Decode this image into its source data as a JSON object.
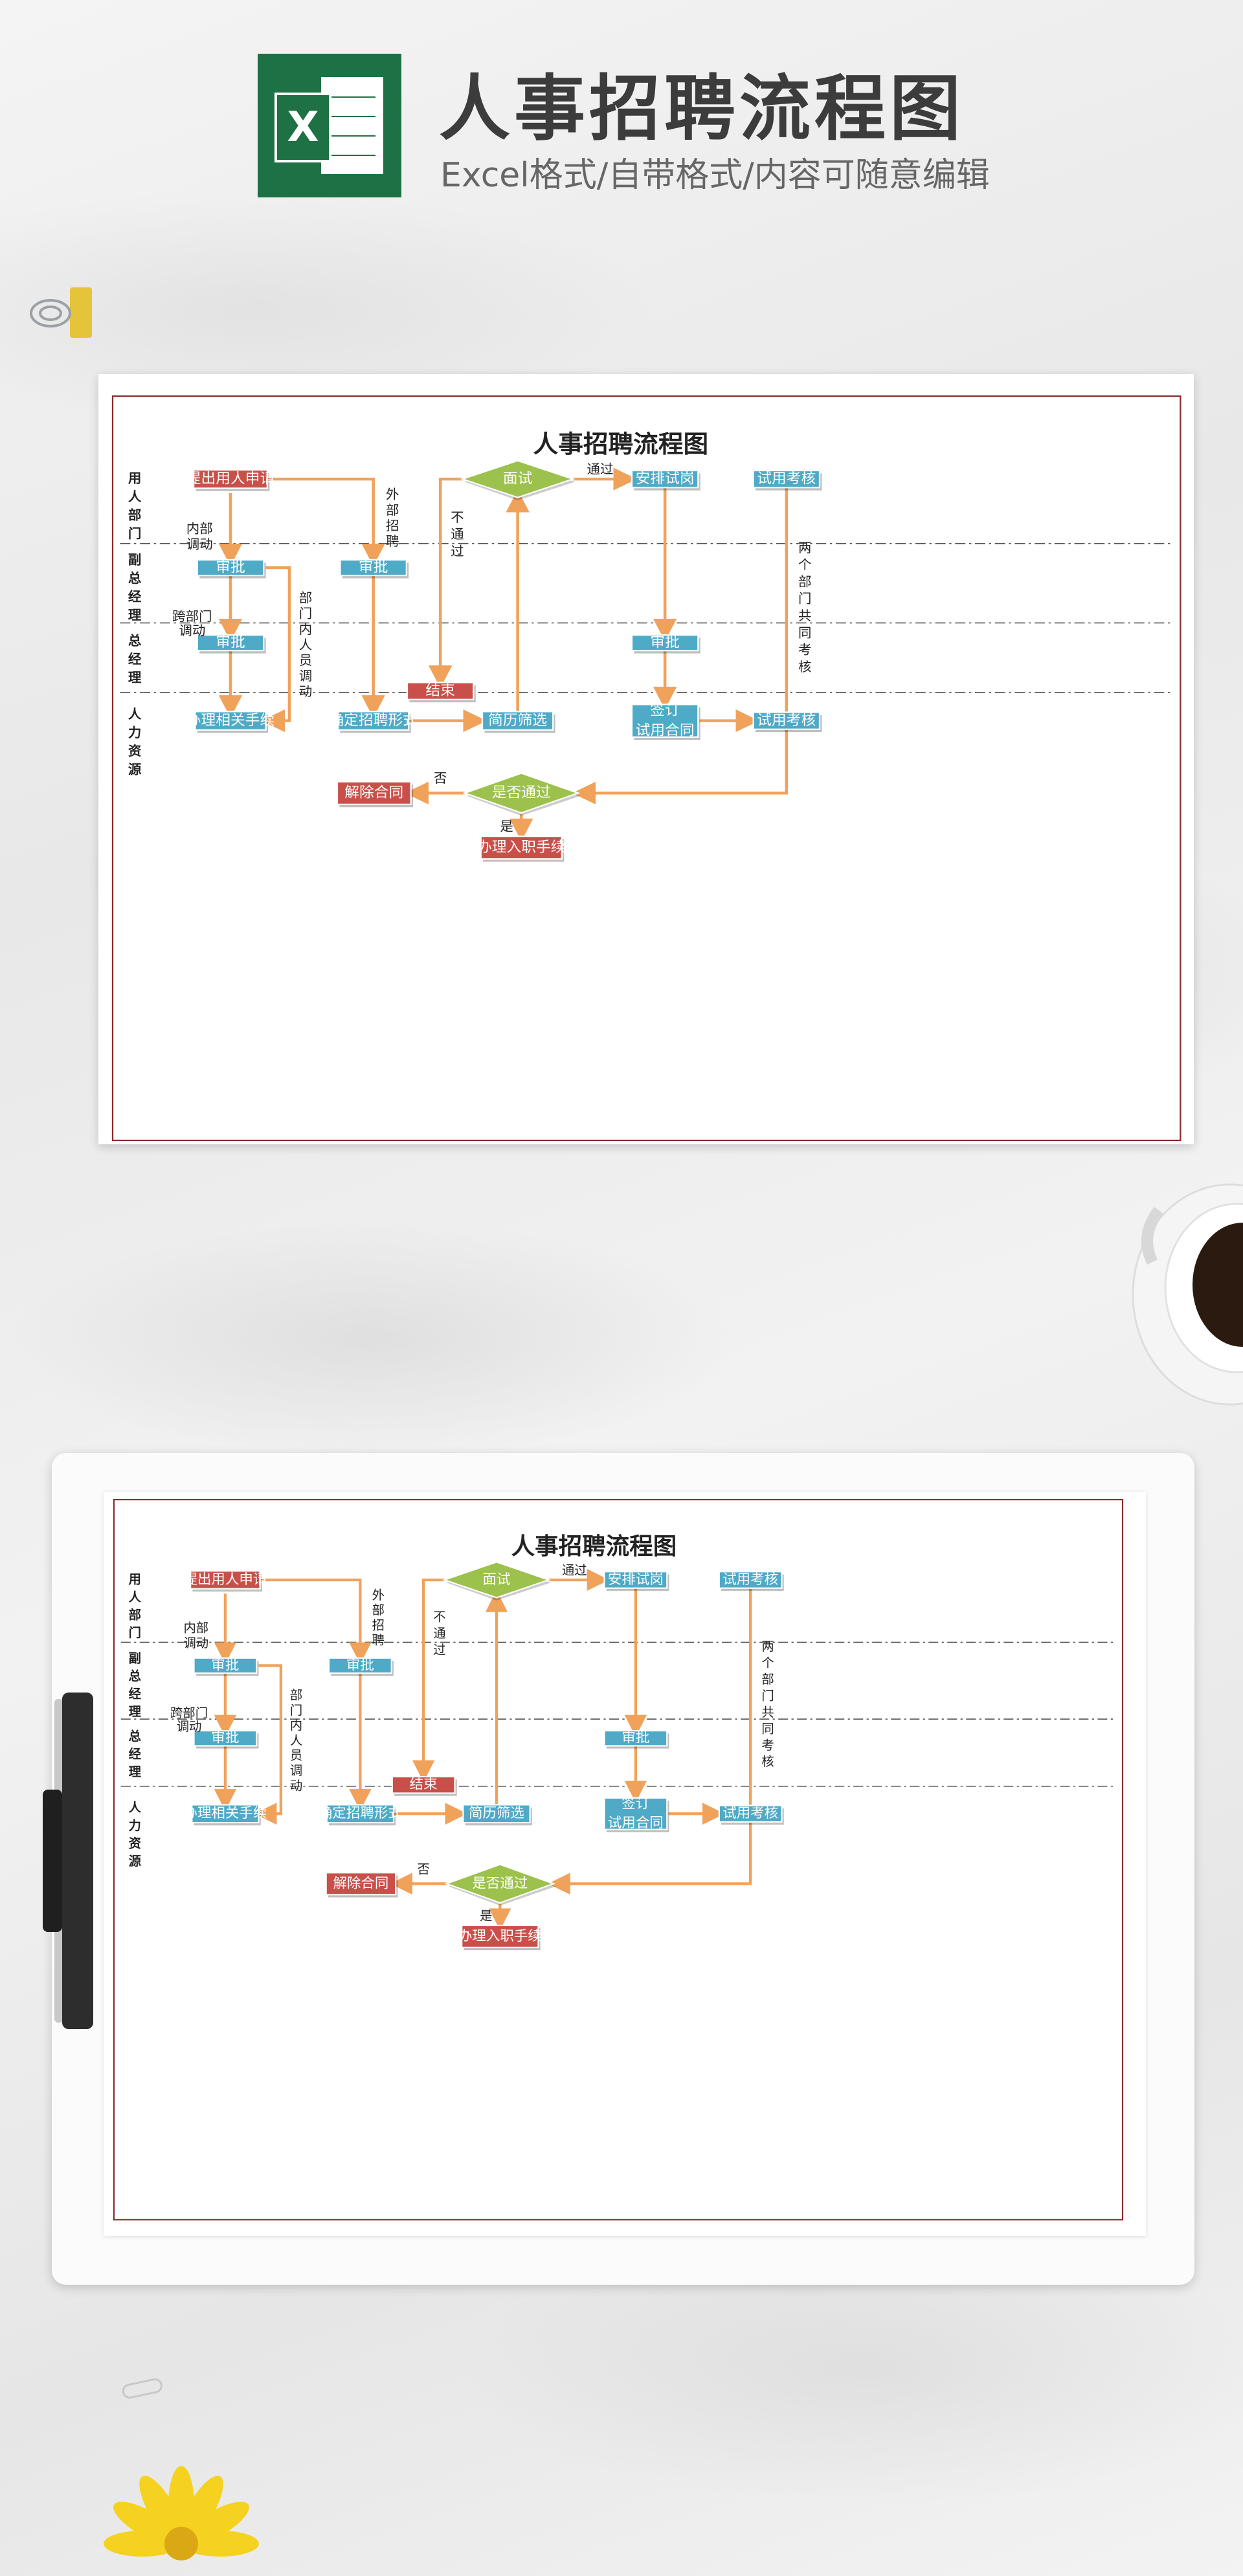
{
  "header": {
    "logo_letter": "X",
    "title": "人事招聘流程图",
    "subtitle": "Excel格式/自带格式/内容可随意编辑"
  },
  "colors": {
    "red_node": "#c9504a",
    "blue_node": "#4eaac7",
    "green_diamond": "#9cc14c",
    "arrow": "#f0a25b",
    "excel_green": "#1e7145"
  },
  "icons": [
    "binder-clip-icon",
    "clipboard-clip-icon",
    "coffee-cup-icon",
    "flower-icon",
    "paperclip-icon"
  ],
  "flowchart": {
    "title": "人事招聘流程图",
    "lanes": [
      "用人部门",
      "副总经理",
      "总经理",
      "人力资源"
    ],
    "nodes": {
      "submit_request": "提出用人申请",
      "approve_vp_internal": "审批",
      "approve_vp_external": "审批",
      "approve_gm": "审批",
      "handle_transfer": "办理相关手续",
      "confirm_form": "确定招聘形式",
      "resume_screen": "简历筛选",
      "end": "结束",
      "interview": "面试",
      "arrange_trial": "安排试岗",
      "approve_trial": "审批",
      "sign_line1": "签订",
      "sign_line2": "试用合同",
      "probation_top": "试用考核",
      "probation_bottom": "试用考核",
      "passed_check": "是否通过",
      "terminate": "解除合同",
      "onboard": "办理入职手续"
    },
    "labels": {
      "internal_transfer": [
        "内部",
        "调动"
      ],
      "cross_dept": [
        "跨部门",
        "调动"
      ],
      "external": "外部招聘",
      "intra_dept": "部门内人员调动",
      "not_pass": "不通过",
      "pass": "通过",
      "joint_review": "两个部门共同考核",
      "no": "否",
      "yes": "是"
    }
  }
}
